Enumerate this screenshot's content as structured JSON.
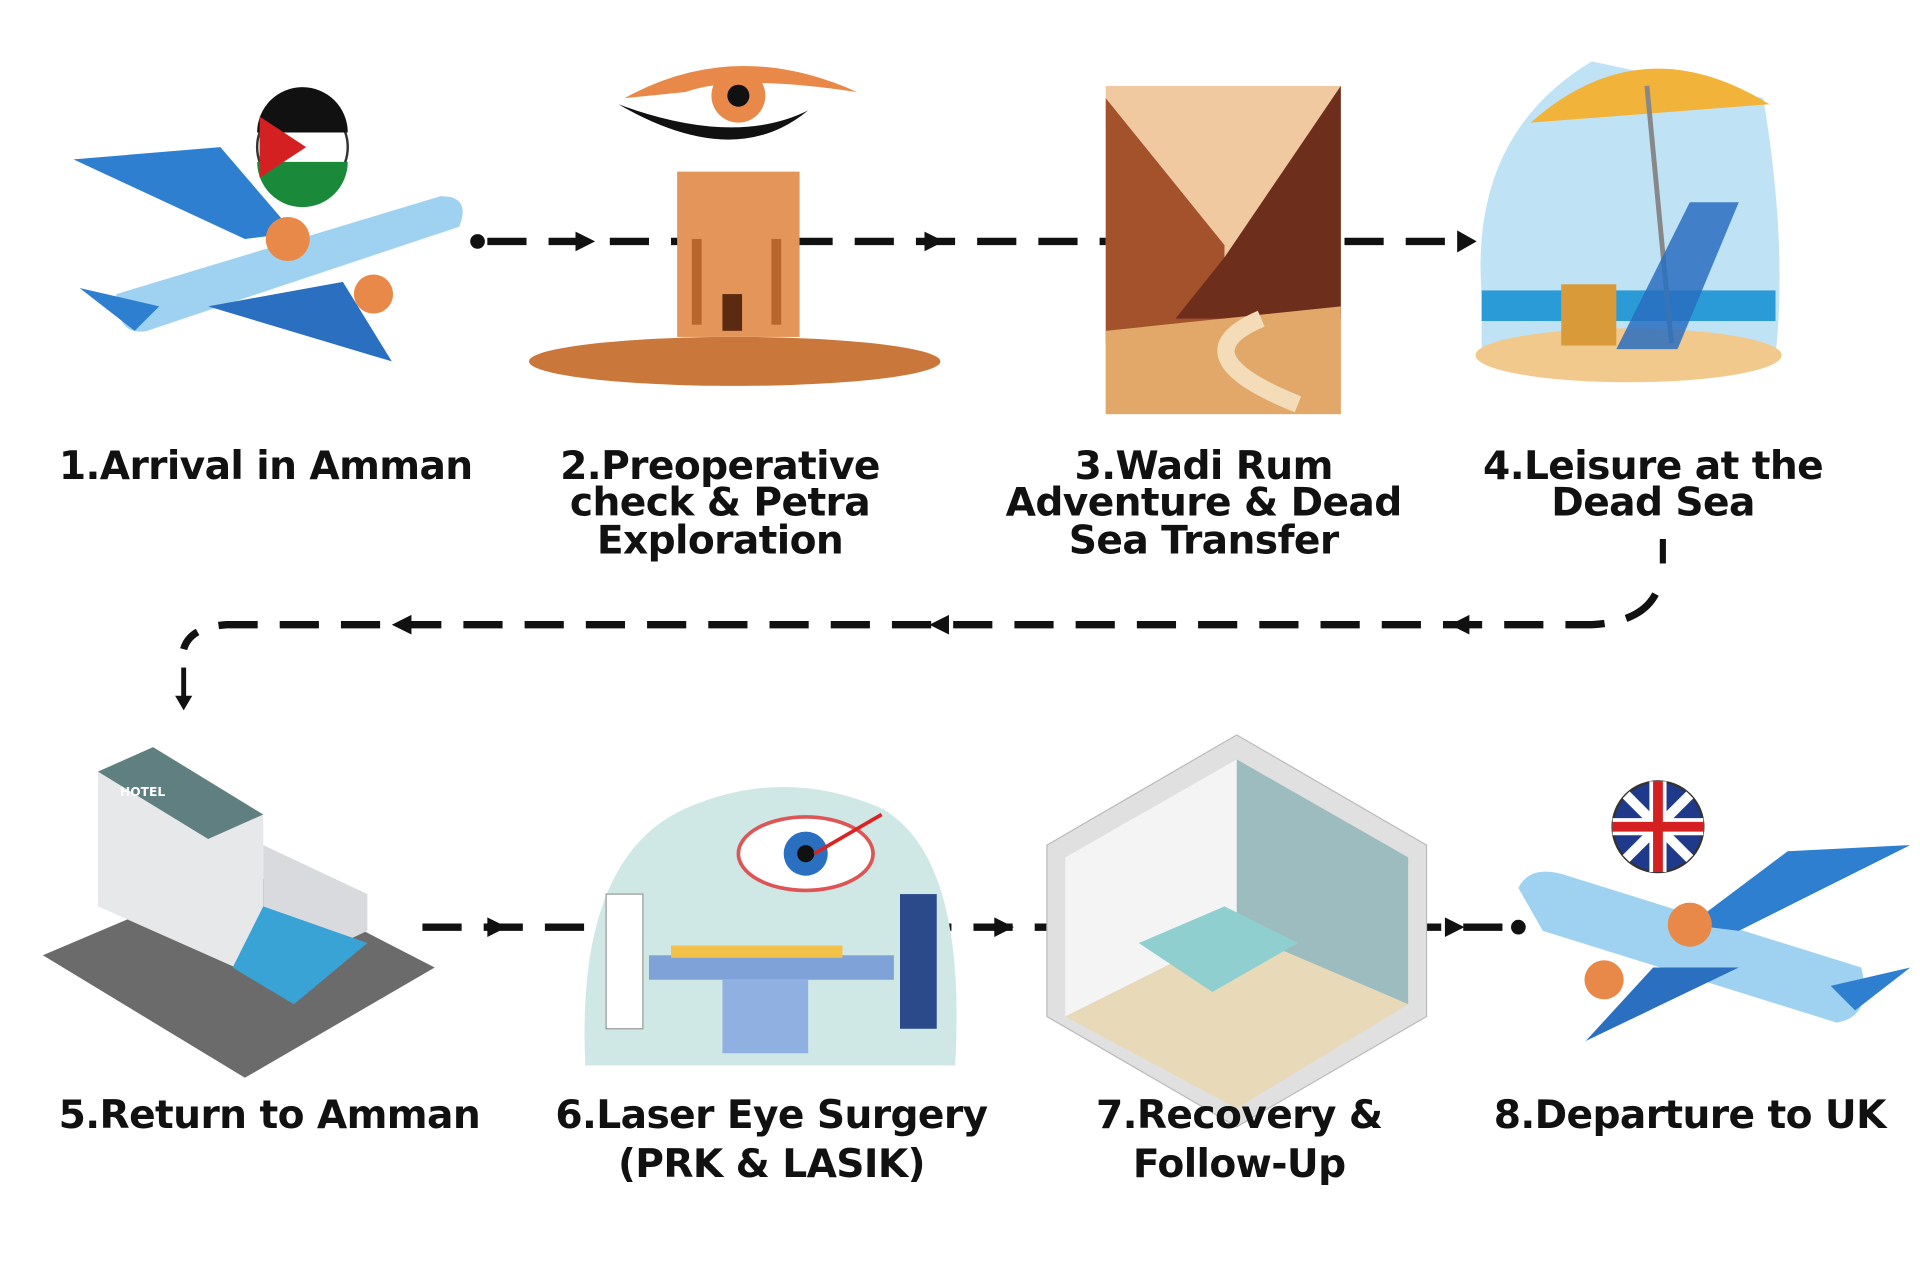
{
  "title": "Laser eye surgery journey Jordan to UK",
  "steps": [
    {
      "number": "1",
      "lines": [
        "1.Arrival in Amman"
      ],
      "icon": "airplane-jordan-flag-icon"
    },
    {
      "number": "2",
      "lines": [
        "2.Preoperative",
        "check  & Petra",
        "Exploration"
      ],
      "icon": "eye-petra-icon"
    },
    {
      "number": "3",
      "lines": [
        "3.Wadi Rum",
        "Adventure & Dead",
        "Sea Transfer"
      ],
      "icon": "canyon-icon"
    },
    {
      "number": "4",
      "lines": [
        "4.Leisure at the",
        "Dead Sea"
      ],
      "icon": "beach-chair-icon"
    },
    {
      "number": "5",
      "lines": [
        "5.Return to Amman"
      ],
      "icon": "hotel-icon"
    },
    {
      "number": "6",
      "lines": [
        "6.Laser Eye Surgery",
        "(PRK & LASIK)"
      ],
      "icon": "laser-surgery-icon"
    },
    {
      "number": "7",
      "lines": [
        "7.Recovery &",
        "Follow-Up"
      ],
      "icon": "bedroom-icon"
    },
    {
      "number": "8",
      "lines": [
        "8.Departure to UK"
      ],
      "icon": "airplane-uk-flag-icon"
    }
  ],
  "hotel_sign": "HOTEL",
  "colors": {
    "plane": "#2f7fd1",
    "orange": "#e8894a",
    "sky": "#bfe3f5",
    "sand": "#f2c98c"
  }
}
